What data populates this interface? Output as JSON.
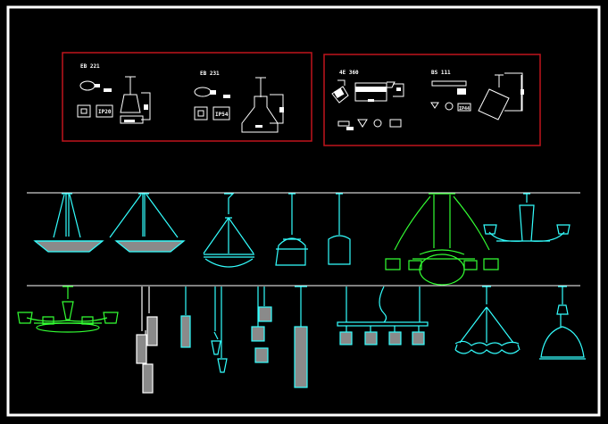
{
  "colors": {
    "background": "#000000",
    "frame": "#ffffff",
    "panel_border": "#c0141c",
    "lamp_cyan": "#33ffff",
    "lamp_green": "#33ff33",
    "texture": "#8a8a8a"
  },
  "panels": [
    {
      "items": [
        {
          "label": "EB 221",
          "rating": "IP20"
        },
        {
          "label": "EB 231",
          "rating": "IP54"
        }
      ]
    },
    {
      "items": [
        {
          "label": "4E 360"
        },
        {
          "label": "BS 111",
          "rating": "IP44"
        }
      ]
    }
  ]
}
